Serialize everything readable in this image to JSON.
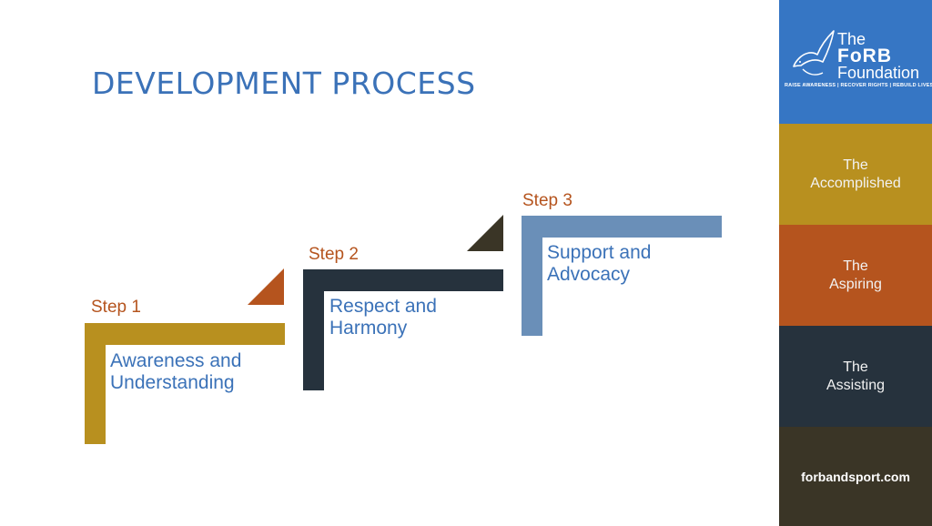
{
  "title": "DEVELOPMENT PROCESS",
  "steps": [
    {
      "label": "Step 1",
      "line1": "Awareness and",
      "line2": "Understanding",
      "color": "#b8901f",
      "accent": "#b5541e"
    },
    {
      "label": "Step 2",
      "line1": "Respect and",
      "line2": "Harmony",
      "color": "#26323d",
      "accent": "#3a3526"
    },
    {
      "label": "Step 3",
      "line1": "Support and",
      "line2": "Advocacy",
      "color": "#6a8fb8",
      "accent": ""
    }
  ],
  "sidebar": {
    "logo": {
      "the": "The",
      "forb": "FoRB",
      "foundation": "Foundation",
      "tagline": "RAISE AWARENESS | RECOVER RIGHTS | REBUILD LIVES",
      "icon": "dove-icon",
      "color": "#3676c4"
    },
    "panels": [
      {
        "line1": "The",
        "line2": "Accomplished",
        "color": "#b8901f"
      },
      {
        "line1": "The",
        "line2": "Aspiring",
        "color": "#b5541e"
      },
      {
        "line1": "The",
        "line2": "Assisting",
        "color": "#26323d"
      }
    ],
    "website": {
      "text": "forbandsport.com",
      "color": "#3a3526"
    }
  }
}
